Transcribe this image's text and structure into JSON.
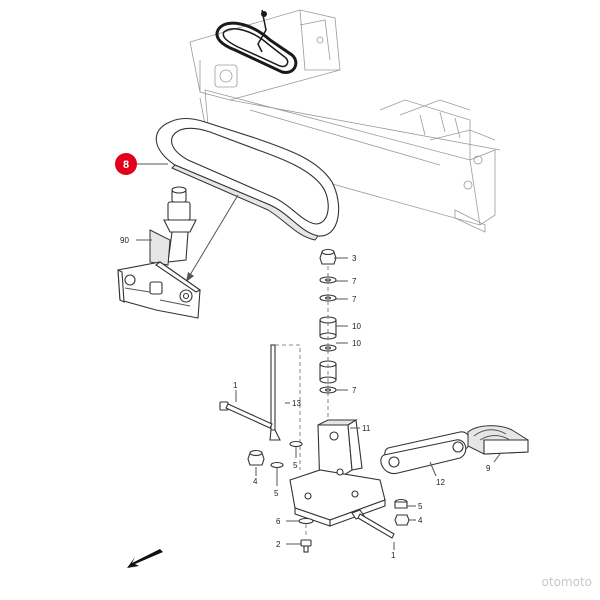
{
  "highlight_badge": {
    "label": "8",
    "color": "#e2001a"
  },
  "callouts": {
    "c90": "90",
    "c3": "3",
    "c7a": "7",
    "c7b": "7",
    "c10a": "10",
    "c10b": "10",
    "c7c": "7",
    "c11": "11",
    "c1a": "1",
    "c13": "13",
    "c5a": "5",
    "c4a": "4",
    "c5b": "5",
    "c6": "6",
    "c2": "2",
    "c12": "12",
    "c9": "9",
    "c5c": "5",
    "c4b": "4",
    "c1b": "1"
  },
  "watermark": "otomoto",
  "colors": {
    "line": "#555555",
    "accent": "#e2001a",
    "belt": "#1a1a1a"
  },
  "icons": {
    "direction": "direction-arrow-icon"
  }
}
